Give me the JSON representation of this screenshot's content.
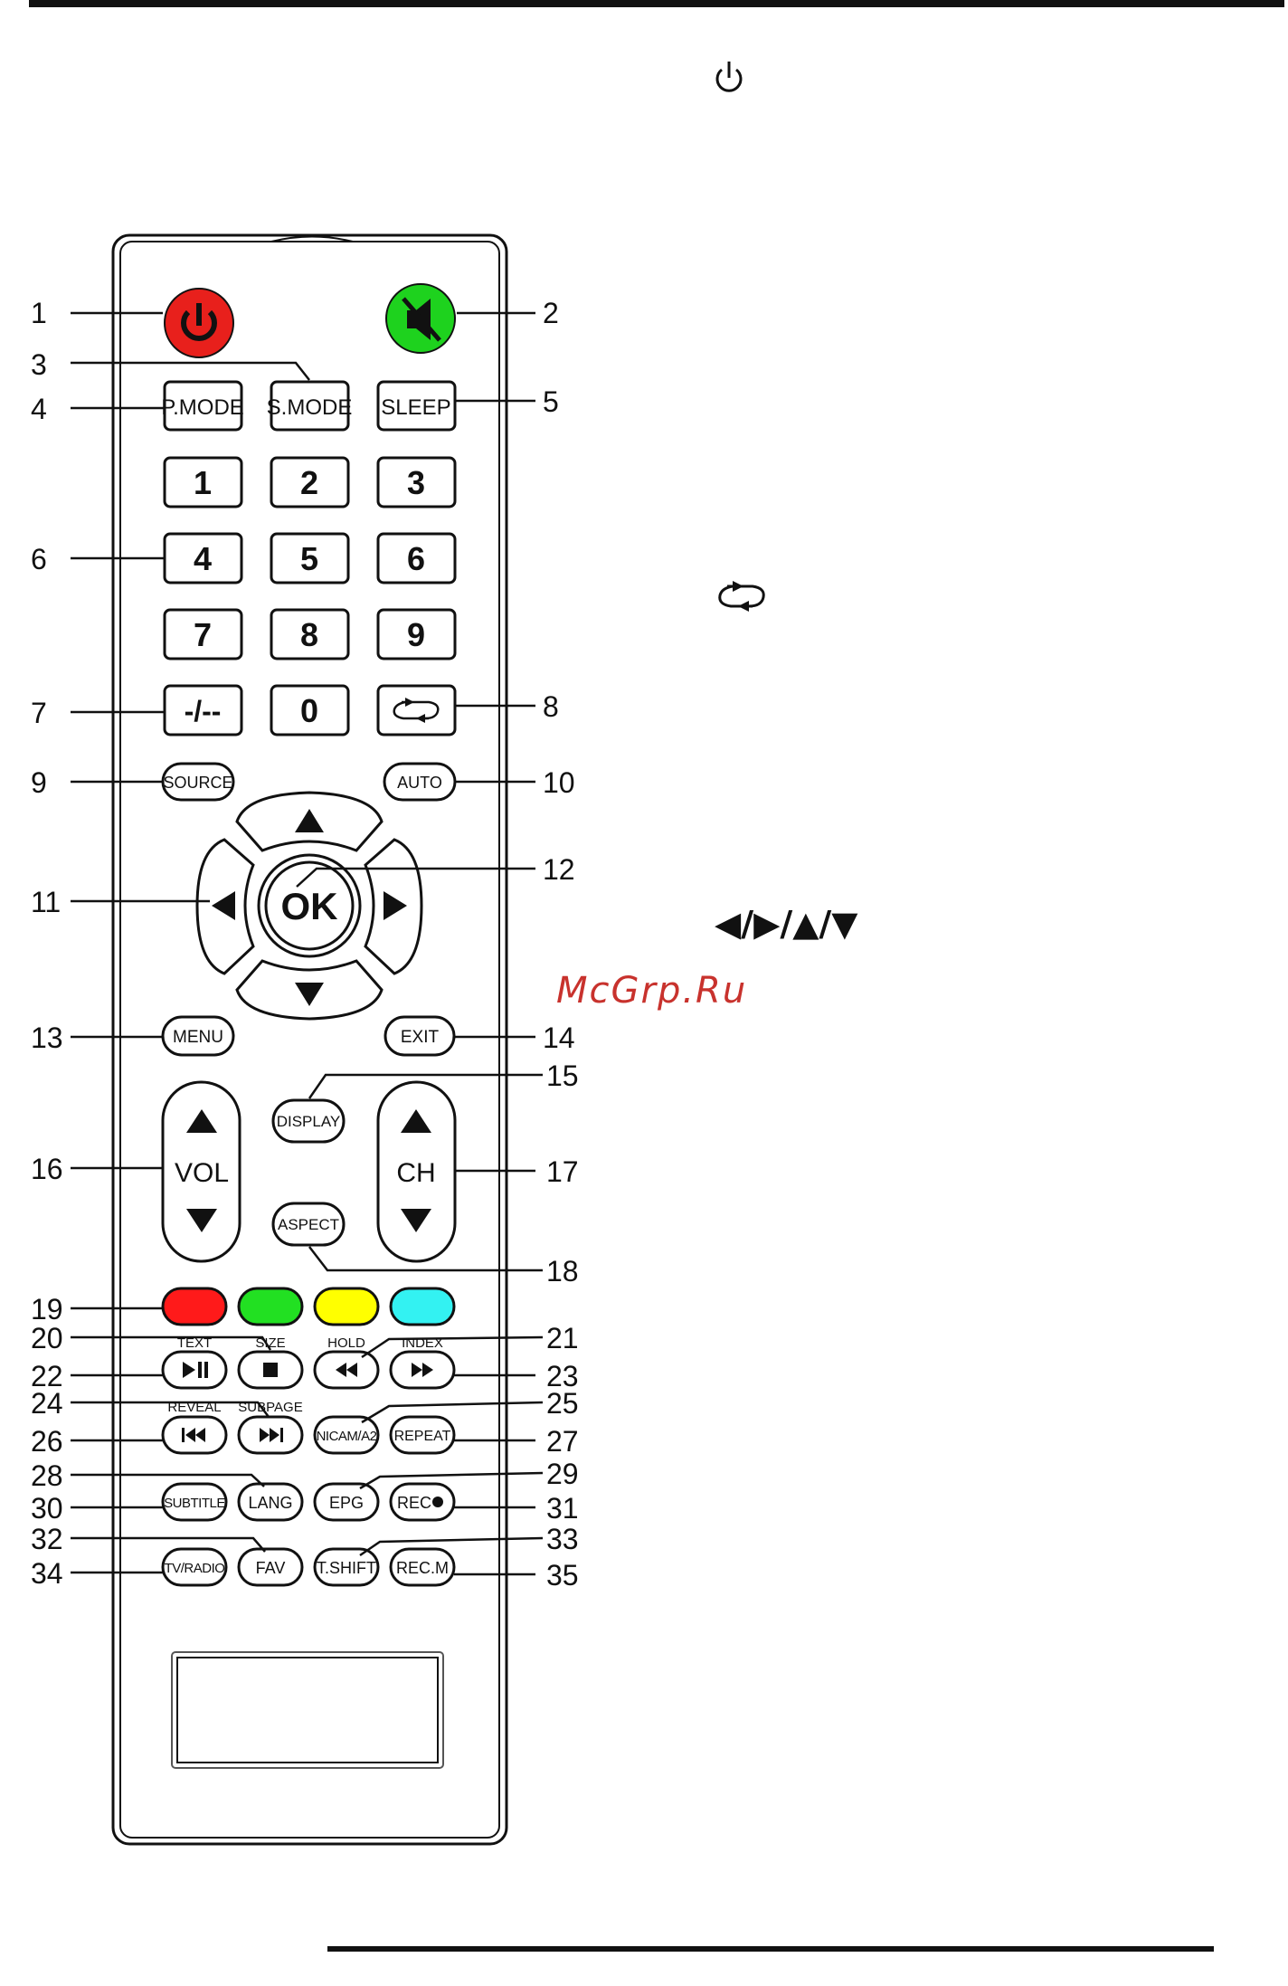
{
  "side_icons": {
    "power_icon": "power-icon",
    "swap_icon": "swap-icon",
    "arrows_text": "◀/▶/▲/▼"
  },
  "watermark": "McGrp.Ru",
  "colors": {
    "power": "#e8201c",
    "mute": "#1ed21e",
    "red": "#ff1a1a",
    "green": "#22e022",
    "yellow": "#ffff00",
    "cyan": "#33f2f2",
    "watermark": "#c8322d"
  },
  "remote": {
    "top_buttons": {
      "power": "power-icon",
      "mute": "mute-icon"
    },
    "mode_buttons": [
      "P.MODE",
      "S.MODE",
      "SLEEP"
    ],
    "digits": [
      "1",
      "2",
      "3",
      "4",
      "5",
      "6",
      "7",
      "8",
      "9",
      "-/--",
      "0"
    ],
    "recall_icon": "recall-icon",
    "source": "SOURCE",
    "auto": "AUTO",
    "ok": "OK",
    "menu": "MENU",
    "exit": "EXIT",
    "display": "DISPLAY",
    "aspect": "ASPECT",
    "vol": "VOL",
    "ch": "CH",
    "labels_row1": [
      "TEXT",
      "SIZE",
      "HOLD",
      "INDEX"
    ],
    "labels_row2": [
      "REVEAL",
      "SUBPAGE"
    ],
    "row2_right": [
      "NICAM/A2",
      "REPEAT"
    ],
    "row3": [
      "SUBTITLE",
      "LANG",
      "EPG",
      "REC"
    ],
    "row4": [
      "TV/RADIO",
      "FAV",
      "T.SHIFT",
      "REC.M"
    ]
  },
  "callouts": [
    "1",
    "2",
    "3",
    "4",
    "5",
    "6",
    "7",
    "8",
    "9",
    "10",
    "11",
    "12",
    "13",
    "14",
    "15",
    "16",
    "17",
    "18",
    "19",
    "20",
    "21",
    "22",
    "23",
    "24",
    "25",
    "26",
    "27",
    "28",
    "29",
    "30",
    "31",
    "32",
    "33",
    "34",
    "35"
  ]
}
